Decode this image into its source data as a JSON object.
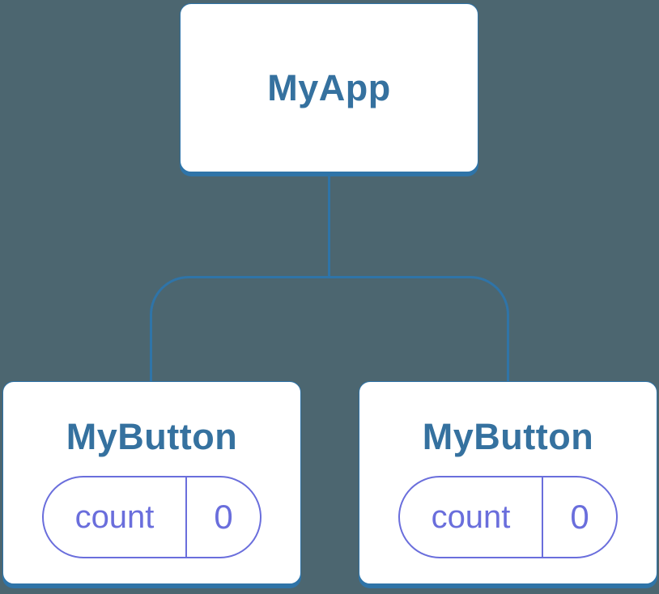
{
  "diagram": {
    "type": "component-tree",
    "root": {
      "label": "MyApp"
    },
    "children": [
      {
        "label": "MyButton",
        "state": {
          "key": "count",
          "value": "0"
        }
      },
      {
        "label": "MyButton",
        "state": {
          "key": "count",
          "value": "0"
        }
      }
    ]
  },
  "theme": {
    "background": "#4C6670",
    "line_blue": "#2F74A8",
    "title_text": "#35719F",
    "pill_accent": "#6A6EDC",
    "node_background": "#FFFFFF"
  }
}
